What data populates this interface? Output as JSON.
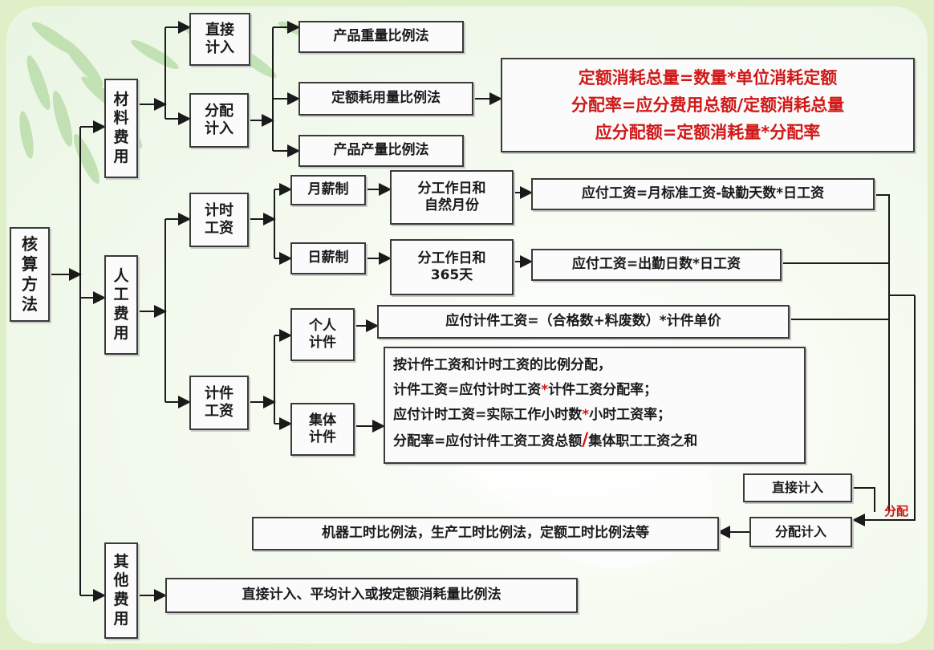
{
  "root": {
    "label": "核\n算\n方\n法"
  },
  "material": {
    "label": "材\n料\n费\n用",
    "direct": "直接\n计入",
    "allocate": "分配\n计入",
    "methods": [
      "产品重量比例法",
      "定额耗用量比例法",
      "产品产量比例法"
    ],
    "formulas": [
      "定额消耗总量=数量*单位消耗定额",
      "分配率=应分费用总额/定额消耗总量",
      "应分配额=定额消耗量*分配率"
    ]
  },
  "labor": {
    "label": "人\n工\n费\n用",
    "time_wage": "计时\n工资",
    "monthly": "月薪制",
    "daily": "日薪制",
    "monthly_basis": "分工作日和\n自然月份",
    "daily_basis": "分工作日和\n365天",
    "monthly_formula": "应付工资=月标准工资-缺勤天数*日工资",
    "daily_formula": "应付工资=出勤日数*日工资",
    "piece_wage": "计件\n工资",
    "individual": "个人\n计件",
    "group": "集体\n计件",
    "individual_formula": "应付计件工资=（合格数+料废数）*计件单价",
    "group_title": "按计件工资和计时工资的比例分配，",
    "group_line1_a": "计件工资=应付计时工资",
    "group_line1_b": "计件工资分配率；",
    "group_line2_a": "应付计时工资=实际工作小时数",
    "group_line2_b": "小时工资率；",
    "group_line3_a": "分配率=应付计件工资工资总额",
    "group_line3_slash": "/",
    "group_line3_b": "集体职工工资之和",
    "star": "*"
  },
  "distribution": {
    "label": "分配",
    "direct": "直接计入",
    "allocate": "分配计入",
    "methods": "机器工时比例法，生产工时比例法，定额工时比例法等"
  },
  "other": {
    "label": "其\n他\n费\n用",
    "methods": "直接计入、平均计入或按定额消耗量比例法"
  },
  "colors": {
    "formula_red": "#d01818",
    "border": "#3a3a3a",
    "background": "#e9f5e3"
  }
}
